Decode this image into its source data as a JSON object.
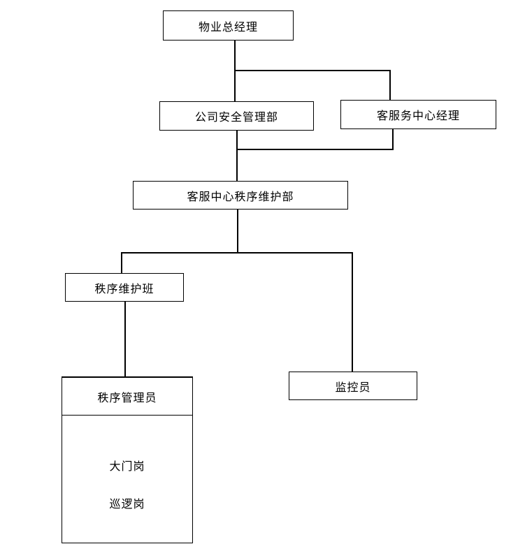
{
  "diagram": {
    "type": "org-chart",
    "colors": {
      "background": "#ffffff",
      "line": "#000000",
      "box_border": "#000000",
      "text": "#000000"
    },
    "nodes": {
      "general_manager": "物业总经理",
      "safety_dept": "公司安全管理部",
      "cs_center_manager": "客服务中心经理",
      "cs_order_dept": "客服中心秩序维护部",
      "order_team": "秩序维护班",
      "monitor": "监控员",
      "order_admin": "秩序管理员",
      "gate_post": "大门岗",
      "patrol_post": "巡逻岗"
    },
    "edges": [
      [
        "general_manager",
        "safety_dept"
      ],
      [
        "general_manager",
        "cs_center_manager"
      ],
      [
        "safety_dept",
        "cs_order_dept"
      ],
      [
        "cs_center_manager",
        "cs_order_dept"
      ],
      [
        "cs_order_dept",
        "order_team"
      ],
      [
        "cs_order_dept",
        "monitor"
      ],
      [
        "order_team",
        "order_admin"
      ]
    ]
  }
}
